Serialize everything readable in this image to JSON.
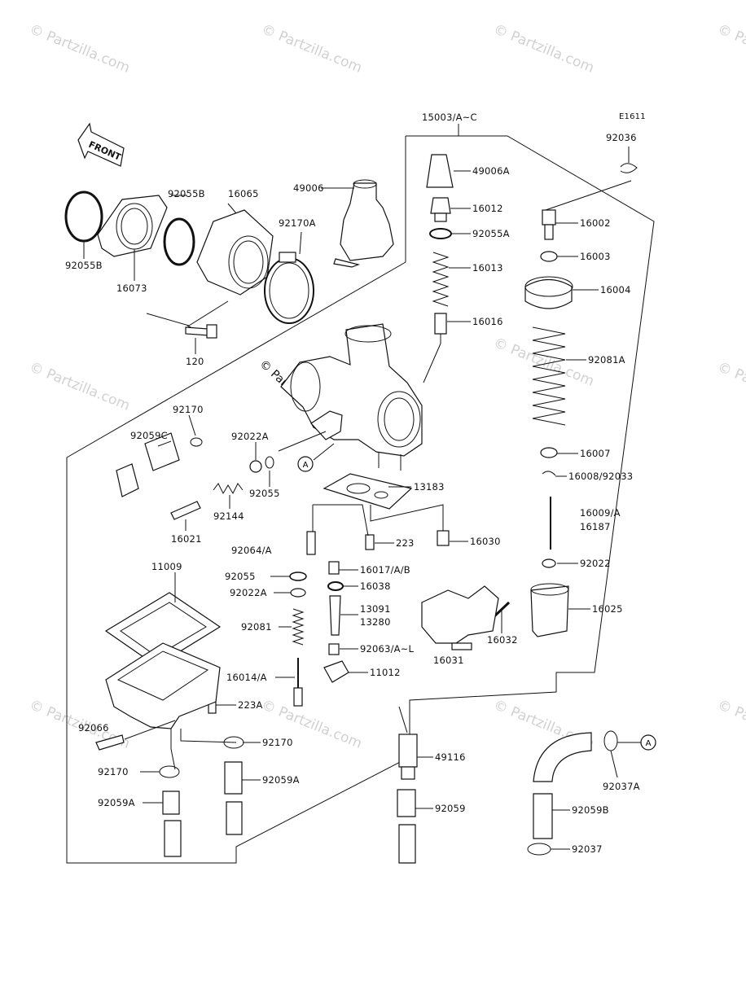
{
  "diagram": {
    "ref_code": "E1611",
    "front_label": "FRONT",
    "copyright": "© Partzilla.com",
    "watermark": "© Partzilla.com",
    "callout_a": "A",
    "part_labels": [
      "15003/A~C",
      "92036",
      "49006A",
      "16012",
      "92055A",
      "16002",
      "16003",
      "16013",
      "16004",
      "16016",
      "92081A",
      "16007",
      "16008/92033",
      "16009/A",
      "16187",
      "92022",
      "16025",
      "16032",
      "16031",
      "16030",
      "223",
      "16017/A/B",
      "16038",
      "13091",
      "13280",
      "92063/A~L",
      "11012",
      "13183",
      "92055",
      "92064/A",
      "92055",
      "92022A",
      "92081",
      "16014/A",
      "223A",
      "11009",
      "92066",
      "92170",
      "92170",
      "92059A",
      "92059A",
      "49116",
      "92059",
      "92037A",
      "92059B",
      "92037",
      "92055B",
      "92055B",
      "16065",
      "16073",
      "49006",
      "92170A",
      "120",
      "92170",
      "92059C",
      "92022A",
      "92144",
      "16021"
    ]
  }
}
